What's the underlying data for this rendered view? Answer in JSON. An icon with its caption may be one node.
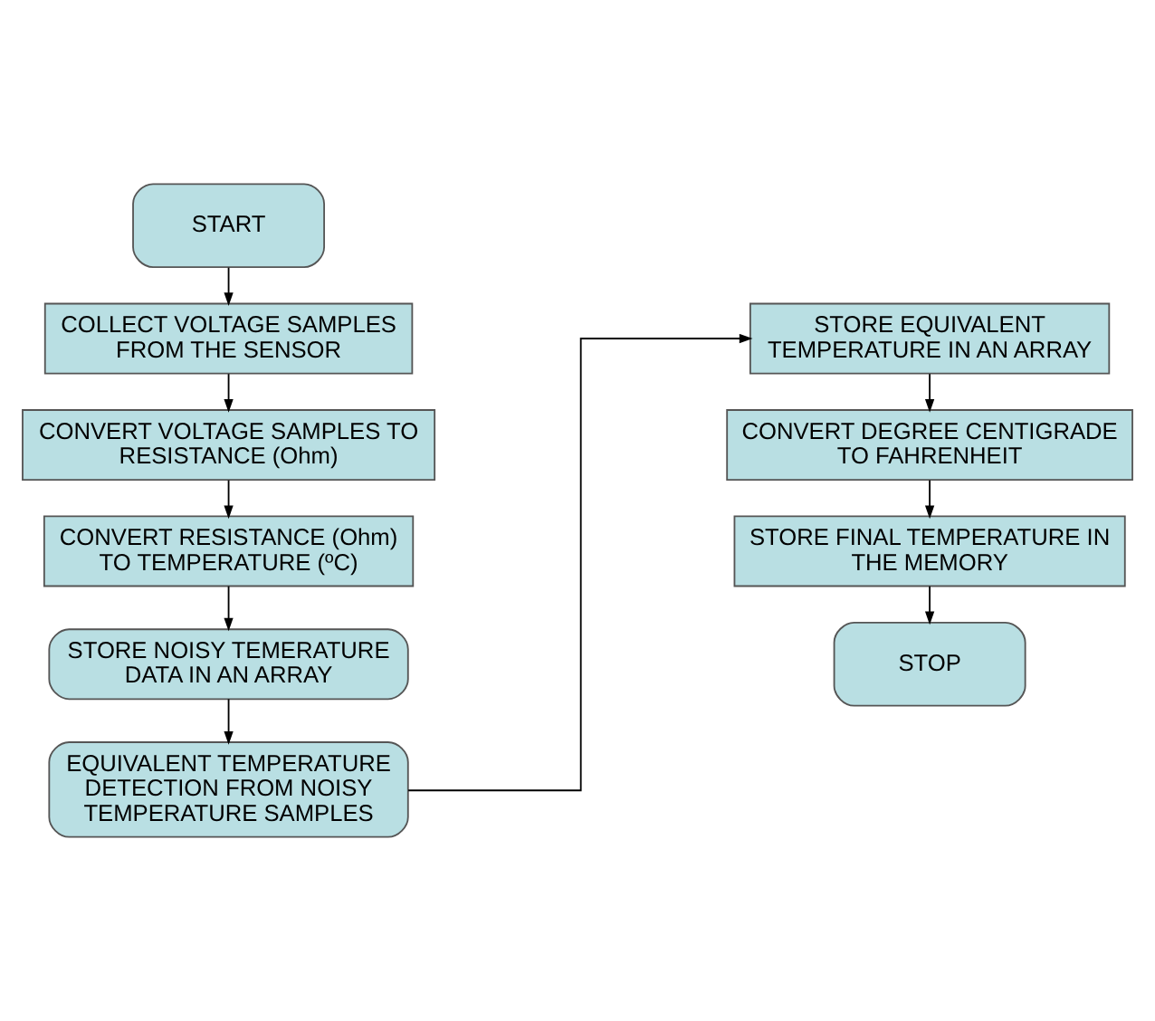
{
  "diagram": {
    "nodes": [
      {
        "text": [
          "START"
        ]
      },
      {
        "text": [
          "COLLECT VOLTAGE SAMPLES FROM THE SENSOR"
        ]
      },
      {
        "text": [
          "CONVERT VOLTAGE SAMPLES TO RESISTANCE (Ohm)"
        ]
      },
      {
        "text": [
          "CONVERT RESISTANCE (Ohm) TO TEMPERATURE (ºC)"
        ]
      },
      {
        "text": [
          "STORE NOISY TEMERATURE DATA IN AN ARRAY"
        ]
      },
      {
        "text": [
          "EQUIVALENT TEMPERATURE DETECTION FROM NOISY TEMPERATURE SAMPLES"
        ]
      },
      {
        "text": [
          "STORE EQUIVALENT TEMPERATURE IN AN ARRAY"
        ]
      },
      {
        "text": [
          "CONVERT DEGREE CENTIGRADE TO FAHRENHEIT"
        ]
      },
      {
        "text": [
          "STORE FINAL TEMPERATURE IN THE MEMORY"
        ]
      },
      {
        "text": [
          "STOP"
        ]
      }
    ],
    "edges": [
      {
        "from": 0,
        "to": 1,
        "arrow": "to"
      },
      {
        "from": 1,
        "to": 2,
        "arrow": "to"
      },
      {
        "from": 2,
        "to": 3,
        "arrow": "to"
      },
      {
        "from": 3,
        "to": 4,
        "arrow": "to"
      },
      {
        "from": 4,
        "to": 5,
        "arrow": "to"
      },
      {
        "from": 5,
        "to": 6,
        "arrow": "to"
      },
      {
        "from": 6,
        "to": 7,
        "arrow": "to"
      },
      {
        "from": 7,
        "to": 8,
        "arrow": "to"
      },
      {
        "from": 8,
        "to": 9,
        "arrow": "to"
      }
    ]
  }
}
